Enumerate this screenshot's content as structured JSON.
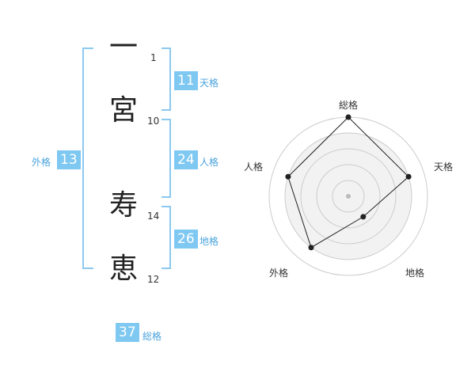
{
  "name_chars": [
    {
      "char": "一",
      "strokes": "1"
    },
    {
      "char": "宮",
      "strokes": "10"
    },
    {
      "char": "寿",
      "strokes": "14"
    },
    {
      "char": "恵",
      "strokes": "12"
    }
  ],
  "fortunes": {
    "tenkaku": {
      "value": "11",
      "label": "天格"
    },
    "jinkaku": {
      "value": "24",
      "label": "人格"
    },
    "chikaku": {
      "value": "26",
      "label": "地格"
    },
    "gaikaku": {
      "value": "13",
      "label": "外格"
    },
    "soukaku": {
      "value": "37",
      "label": "総格"
    }
  },
  "colors": {
    "accent": "#7fc8f1",
    "bracket": "#8cc9ef",
    "label_text": "#4aa3dc",
    "radar_fill": "#f2f2f2",
    "radar_grid": "#cccccc",
    "radar_line": "#222222"
  },
  "chart_data": {
    "type": "radar",
    "axes": [
      "総格",
      "天格",
      "地格",
      "外格",
      "人格"
    ],
    "values": [
      5,
      4,
      1.6,
      4,
      4
    ],
    "max": 5,
    "rings": 5
  }
}
